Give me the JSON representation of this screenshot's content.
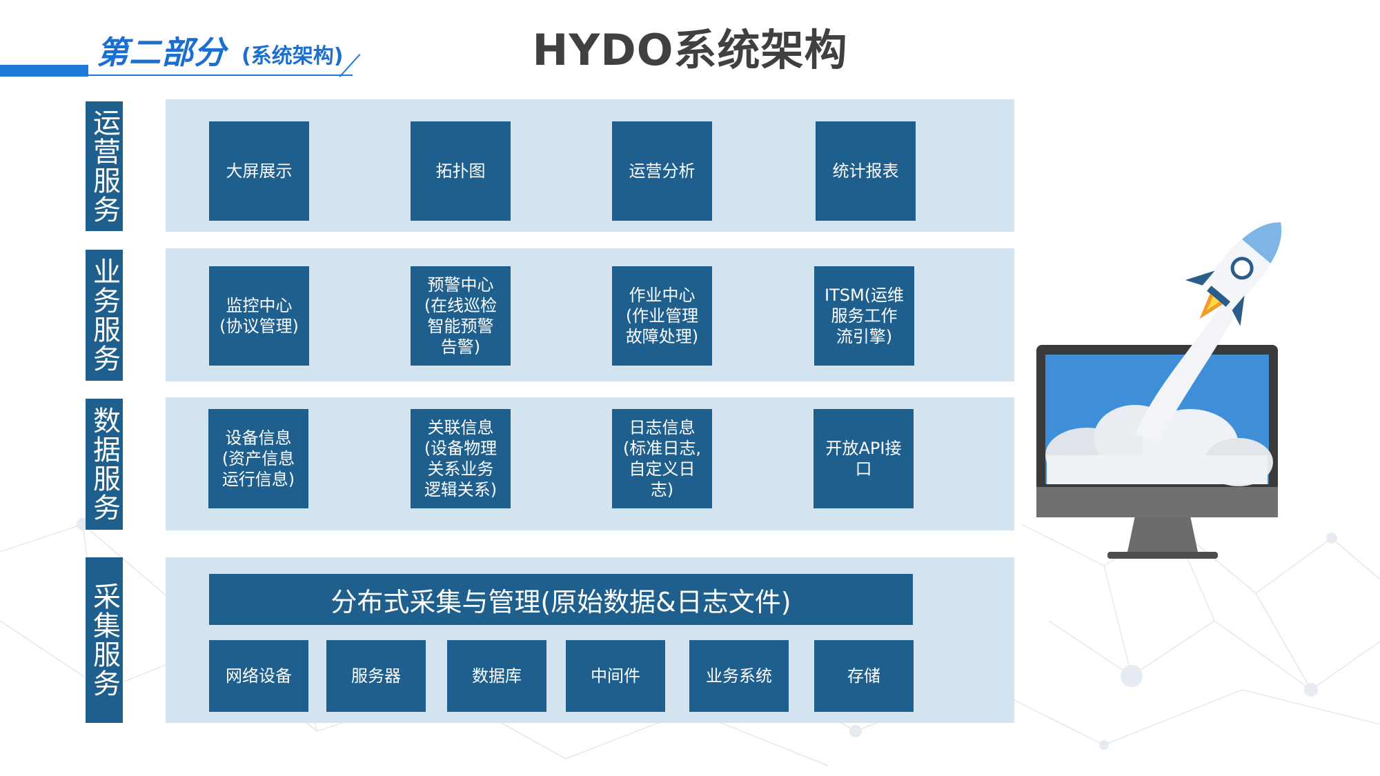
{
  "header": {
    "section_title": "第二部分",
    "section_subtitle": "(系统架构)",
    "page_title": "HYDO系统架构",
    "accent_color": "#1e78d8"
  },
  "layers": [
    {
      "label": "运营服务",
      "items": [
        "大屏展示",
        "拓扑图",
        "运营分析",
        "统计报表"
      ]
    },
    {
      "label": "业务服务",
      "items": [
        "监控中心(协议管理)",
        "预警中心(在线巡检智能预警告警)",
        "作业中心(作业管理故障处理)",
        "ITSM(运维服务工作流引擎)"
      ]
    },
    {
      "label": "数据服务",
      "items": [
        "设备信息(资产信息运行信息)",
        "关联信息(设备物理关系业务逻辑关系)",
        "日志信息(标准日志,自定义日志)",
        "开放API接口"
      ]
    },
    {
      "label": "采集服务",
      "header": "分布式采集与管理(原始数据&日志文件)",
      "items": [
        "网络设备",
        "服务器",
        "数据库",
        "中间件",
        "业务系统",
        "存储"
      ]
    }
  ],
  "colors": {
    "box": "#1e5f8d",
    "band": "#d3e3f0",
    "title": "#404040"
  },
  "icons": [
    "rocket-icon",
    "monitor-icon",
    "cloud-icon"
  ]
}
